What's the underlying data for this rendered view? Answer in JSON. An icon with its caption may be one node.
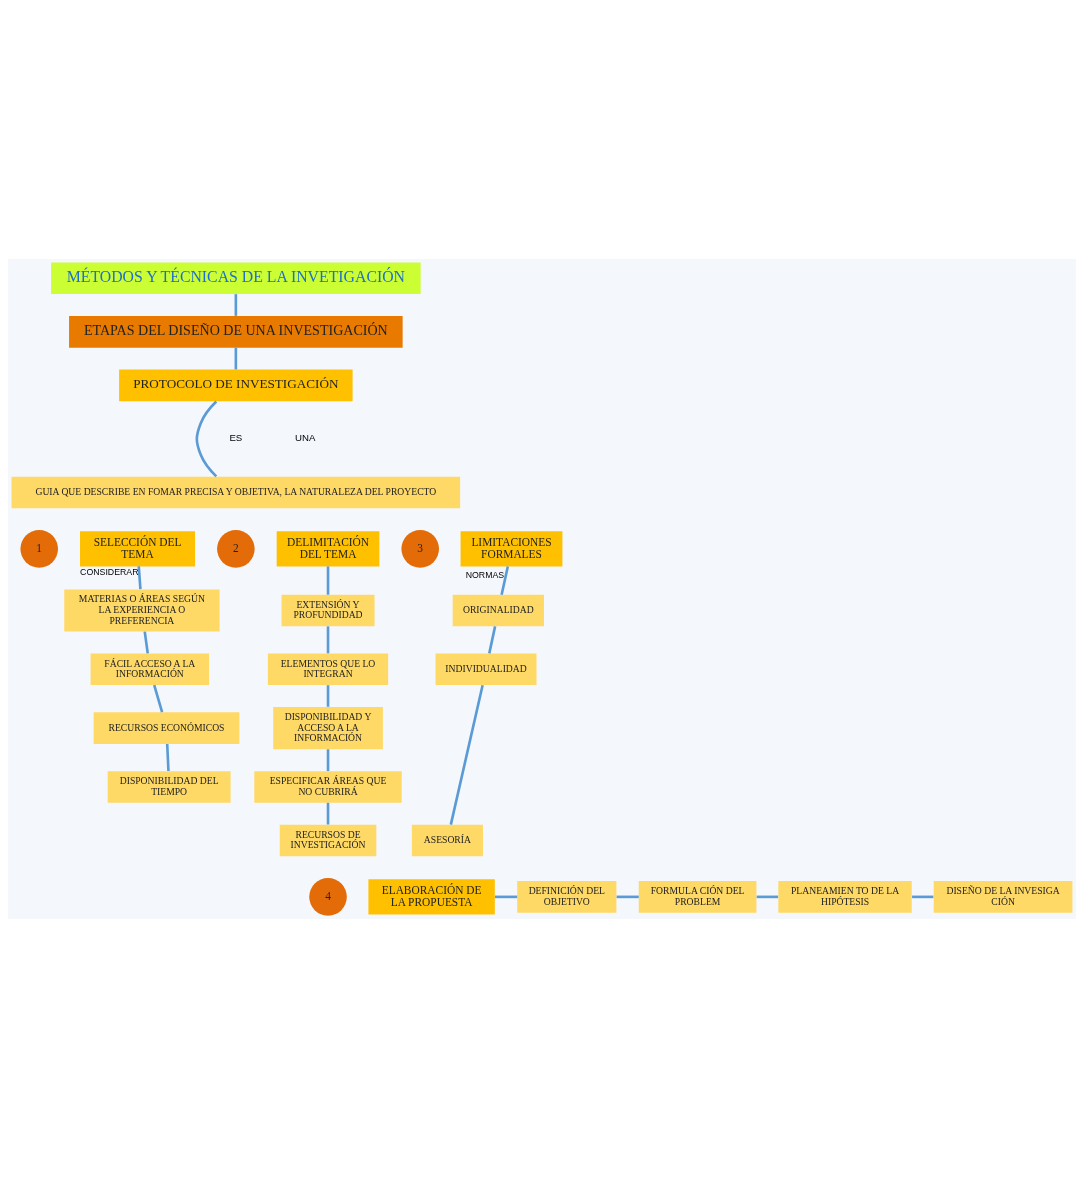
{
  "diagram": {
    "nodes": [
      {
        "text": [
          "MÉTODOS Y TÉCNICAS DE LA INVETIGACIÓN"
        ]
      },
      {
        "text": [
          "ETAPAS DEL DISEÑO DE UNA INVESTIGACIÓN"
        ]
      },
      {
        "text": [
          "PROTOCOLO DE INVESTIGACIÓN"
        ]
      },
      {
        "text": [
          "GUIA QUE DESCRIBE EN FOMAR PRECISA Y OBJETIVA, LA NATURALEZA DEL PROYECTO"
        ]
      },
      {
        "text": [
          "1"
        ]
      },
      {
        "text": [
          "SELECCIÓN DEL TEMA"
        ]
      },
      {
        "text": [
          "MATERIAS O ÁREAS SEGÚN LA EXPERIENCIA O PREFERENCIA"
        ]
      },
      {
        "text": [
          "FÁCIL ACCESO A LA INFORMACIÓN"
        ]
      },
      {
        "text": [
          "RECURSOS ECONÓMICOS"
        ]
      },
      {
        "text": [
          "DISPONIBILIDAD DEL TIEMPO"
        ]
      },
      {
        "text": [
          "2"
        ]
      },
      {
        "text": [
          "DELIMITACIÓN DEL TEMA"
        ]
      },
      {
        "text": [
          "EXTENSIÓN Y PROFUNDIDAD"
        ]
      },
      {
        "text": [
          "ELEMENTOS QUE LO INTEGRAN"
        ]
      },
      {
        "text": [
          "DISPONIBILIDAD Y ACCESO A LA INFORMACIÓN"
        ]
      },
      {
        "text": [
          "ESPECIFICAR ÁREAS QUE NO CUBRIRÁ"
        ]
      },
      {
        "text": [
          "RECURSOS DE INVESTIGACIÓN"
        ]
      },
      {
        "text": [
          "3"
        ]
      },
      {
        "text": [
          "LIMITACIONES FORMALES"
        ]
      },
      {
        "text": [
          "ORIGINALIDAD"
        ]
      },
      {
        "text": [
          "INDIVIDUALIDAD"
        ]
      },
      {
        "text": [
          "ASESORÍA"
        ]
      },
      {
        "text": [
          "4"
        ]
      },
      {
        "text": [
          "ELABORACIÓN DE LA PROPUESTA"
        ]
      },
      {
        "text": [
          "DEFINICIÓN DEL OBJETIVO"
        ]
      },
      {
        "text": [
          "FORMULA CIÓN DEL PROBLEM"
        ]
      },
      {
        "text": [
          "PLANEAMIEN TO DE LA HIPÓTESIS"
        ]
      },
      {
        "text": [
          "DISEÑO DE LA INVESIGA CIÓN"
        ]
      }
    ],
    "edges": [
      {
        "from": 0,
        "to": 1,
        "arrow": "none"
      },
      {
        "from": 1,
        "to": 2,
        "arrow": "none"
      },
      {
        "from": 2,
        "to": 3,
        "arrow": "none"
      },
      {
        "from": 5,
        "to": 6,
        "arrow": "none",
        "label": "CONSIDERAR"
      },
      {
        "from": 6,
        "to": 7,
        "arrow": "none"
      },
      {
        "from": 7,
        "to": 8,
        "arrow": "none"
      },
      {
        "from": 8,
        "to": 9,
        "arrow": "none"
      },
      {
        "from": 11,
        "to": 12,
        "arrow": "none"
      },
      {
        "from": 12,
        "to": 13,
        "arrow": "none"
      },
      {
        "from": 13,
        "to": 14,
        "arrow": "none"
      },
      {
        "from": 14,
        "to": 15,
        "arrow": "none"
      },
      {
        "from": 15,
        "to": 16,
        "arrow": "none"
      },
      {
        "from": 18,
        "to": 19,
        "arrow": "none",
        "label": "NORMAS"
      },
      {
        "from": 19,
        "to": 20,
        "arrow": "none"
      },
      {
        "from": 20,
        "to": 21,
        "arrow": "none"
      },
      {
        "from": 23,
        "to": 24,
        "arrow": "none"
      },
      {
        "from": 24,
        "to": 25,
        "arrow": "none"
      },
      {
        "from": 25,
        "to": 26,
        "arrow": "none"
      },
      {
        "from": 26,
        "to": 27,
        "arrow": "none"
      }
    ],
    "labels": [
      "ES",
      "UNA"
    ]
  }
}
